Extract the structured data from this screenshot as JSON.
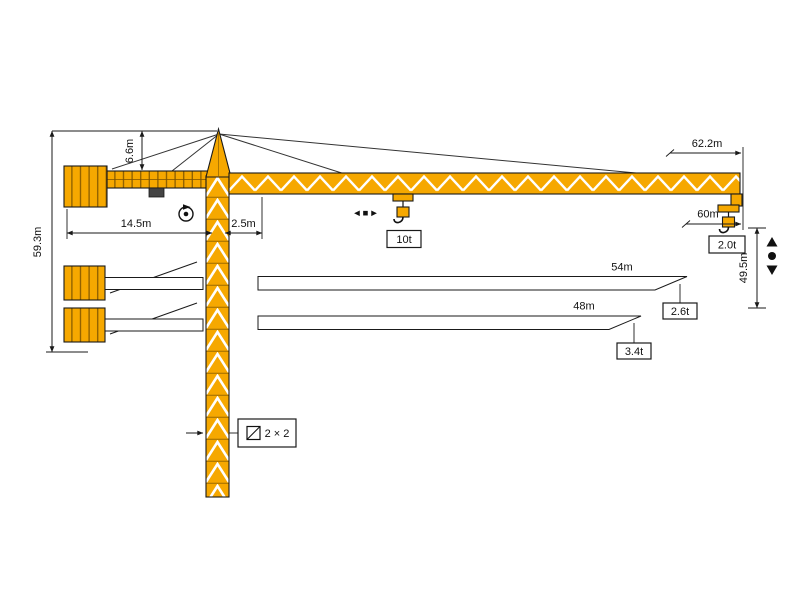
{
  "diagram": {
    "kind": "tower-crane-load-diagram",
    "colors": {
      "crane": "#F6A800",
      "outline": "#1A1A1A",
      "truss": "#FFFFFF"
    },
    "labels": {
      "tower_height": "59.3m",
      "tower_top_height": "6.6m",
      "counterjib_length": "14.5m",
      "rear_offset": "2.5m",
      "max_jib_length": "62.2m",
      "tip_radius": "60m",
      "tip_capacity": "2.0t",
      "hook_height": "49.5m",
      "max_capacity": "10t",
      "mast_section": "2 × 2",
      "trolley_travel_symbol": "◄■►"
    },
    "jib_options": [
      {
        "length": "54m",
        "capacity": "2.6t"
      },
      {
        "length": "48m",
        "capacity": "3.4t"
      }
    ]
  }
}
